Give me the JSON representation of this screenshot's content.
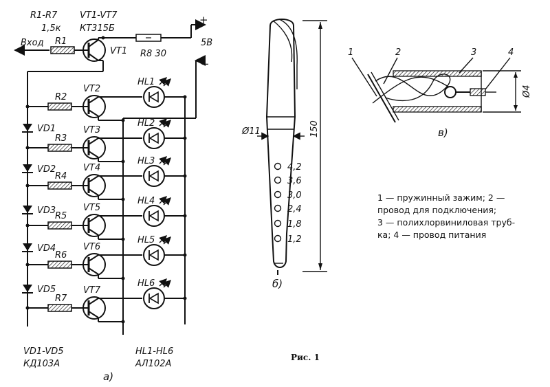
{
  "schematic": {
    "resistor_group": "R1-R7",
    "resistor_value": "1,5к",
    "transistor_group": "VT1-VT7",
    "transistor_type": "КТ315Б",
    "input_label": "Вход",
    "r1": "R1",
    "r8": "R8 30",
    "plus": "+",
    "minus": "−",
    "voltage": "5В",
    "vt1": "VT1",
    "rows": [
      {
        "r": "R2",
        "vt": "VT2",
        "hl": "HL1"
      },
      {
        "r": "R3",
        "vt": "VT3",
        "hl": "HL2"
      },
      {
        "r": "R4",
        "vt": "VT4",
        "hl": "HL3"
      },
      {
        "r": "R5",
        "vt": "VT5",
        "hl": "HL4"
      },
      {
        "r": "R6",
        "vt": "VT6",
        "hl": "HL5"
      },
      {
        "r": "R7",
        "vt": "VT7",
        "hl": "HL6"
      }
    ],
    "diodes": [
      "VD1",
      "VD2",
      "VD3",
      "VD4",
      "VD5"
    ],
    "diode_group": "VD1-VD5",
    "diode_type": "КД103А",
    "led_group": "HL1-HL6",
    "led_type": "АЛ102А",
    "caption": "а)"
  },
  "probe": {
    "diameter": "Ø11",
    "length": "150",
    "scale": [
      "4,2",
      "3,6",
      "3,0",
      "2,4",
      "1,8",
      "1,2"
    ],
    "caption": "б)"
  },
  "clip": {
    "callouts": [
      "1",
      "2",
      "3",
      "4"
    ],
    "diameter": "Ø4",
    "caption": "в)"
  },
  "legend": {
    "line1": "1 — пружинный зажим; 2 —",
    "line2": "провод для подключения;",
    "line3": "3 — полихлорвиниловая труб-",
    "line4": "ка; 4 — провод питания"
  },
  "figure_caption": "Рис. 1"
}
